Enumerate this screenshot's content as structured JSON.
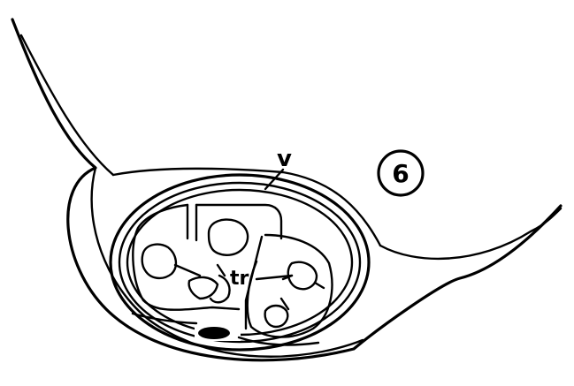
{
  "figure": {
    "panel_number": "6",
    "labels": {
      "vessel": "v",
      "tracheids": "tr"
    },
    "colors": {
      "ink": "#000000",
      "paper": "#ffffff"
    }
  }
}
